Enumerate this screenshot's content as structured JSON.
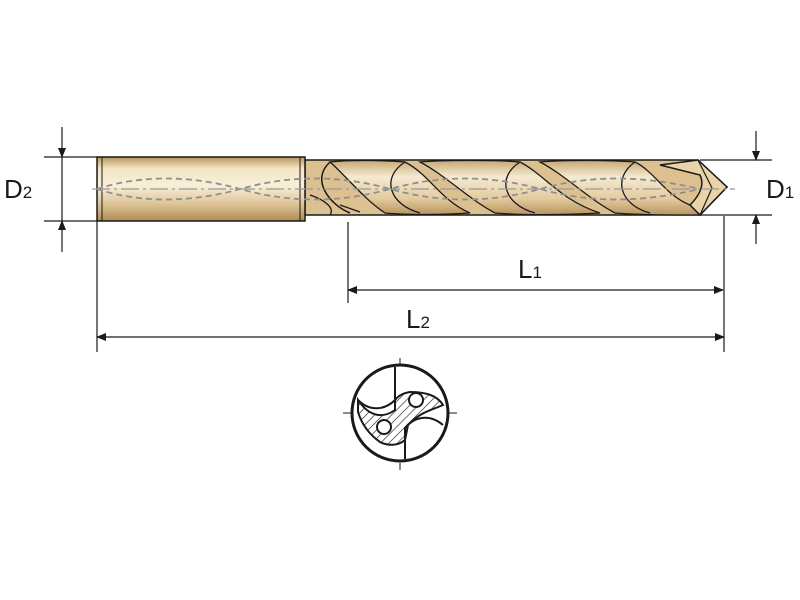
{
  "drawing": {
    "labels": {
      "d2": {
        "main": "D",
        "sub": "2"
      },
      "d1": {
        "main": "D",
        "sub": "1"
      },
      "l1": {
        "main": "L",
        "sub": "1"
      },
      "l2": {
        "main": "L",
        "sub": "2"
      }
    },
    "colors": {
      "line": "#1a1a1a",
      "body_light": "#f6edd6",
      "body_mid": "#e2c89a",
      "body_dark": "#c7a571",
      "centerline": "#9a9a9a",
      "hatch": "#1a1a1a"
    }
  }
}
